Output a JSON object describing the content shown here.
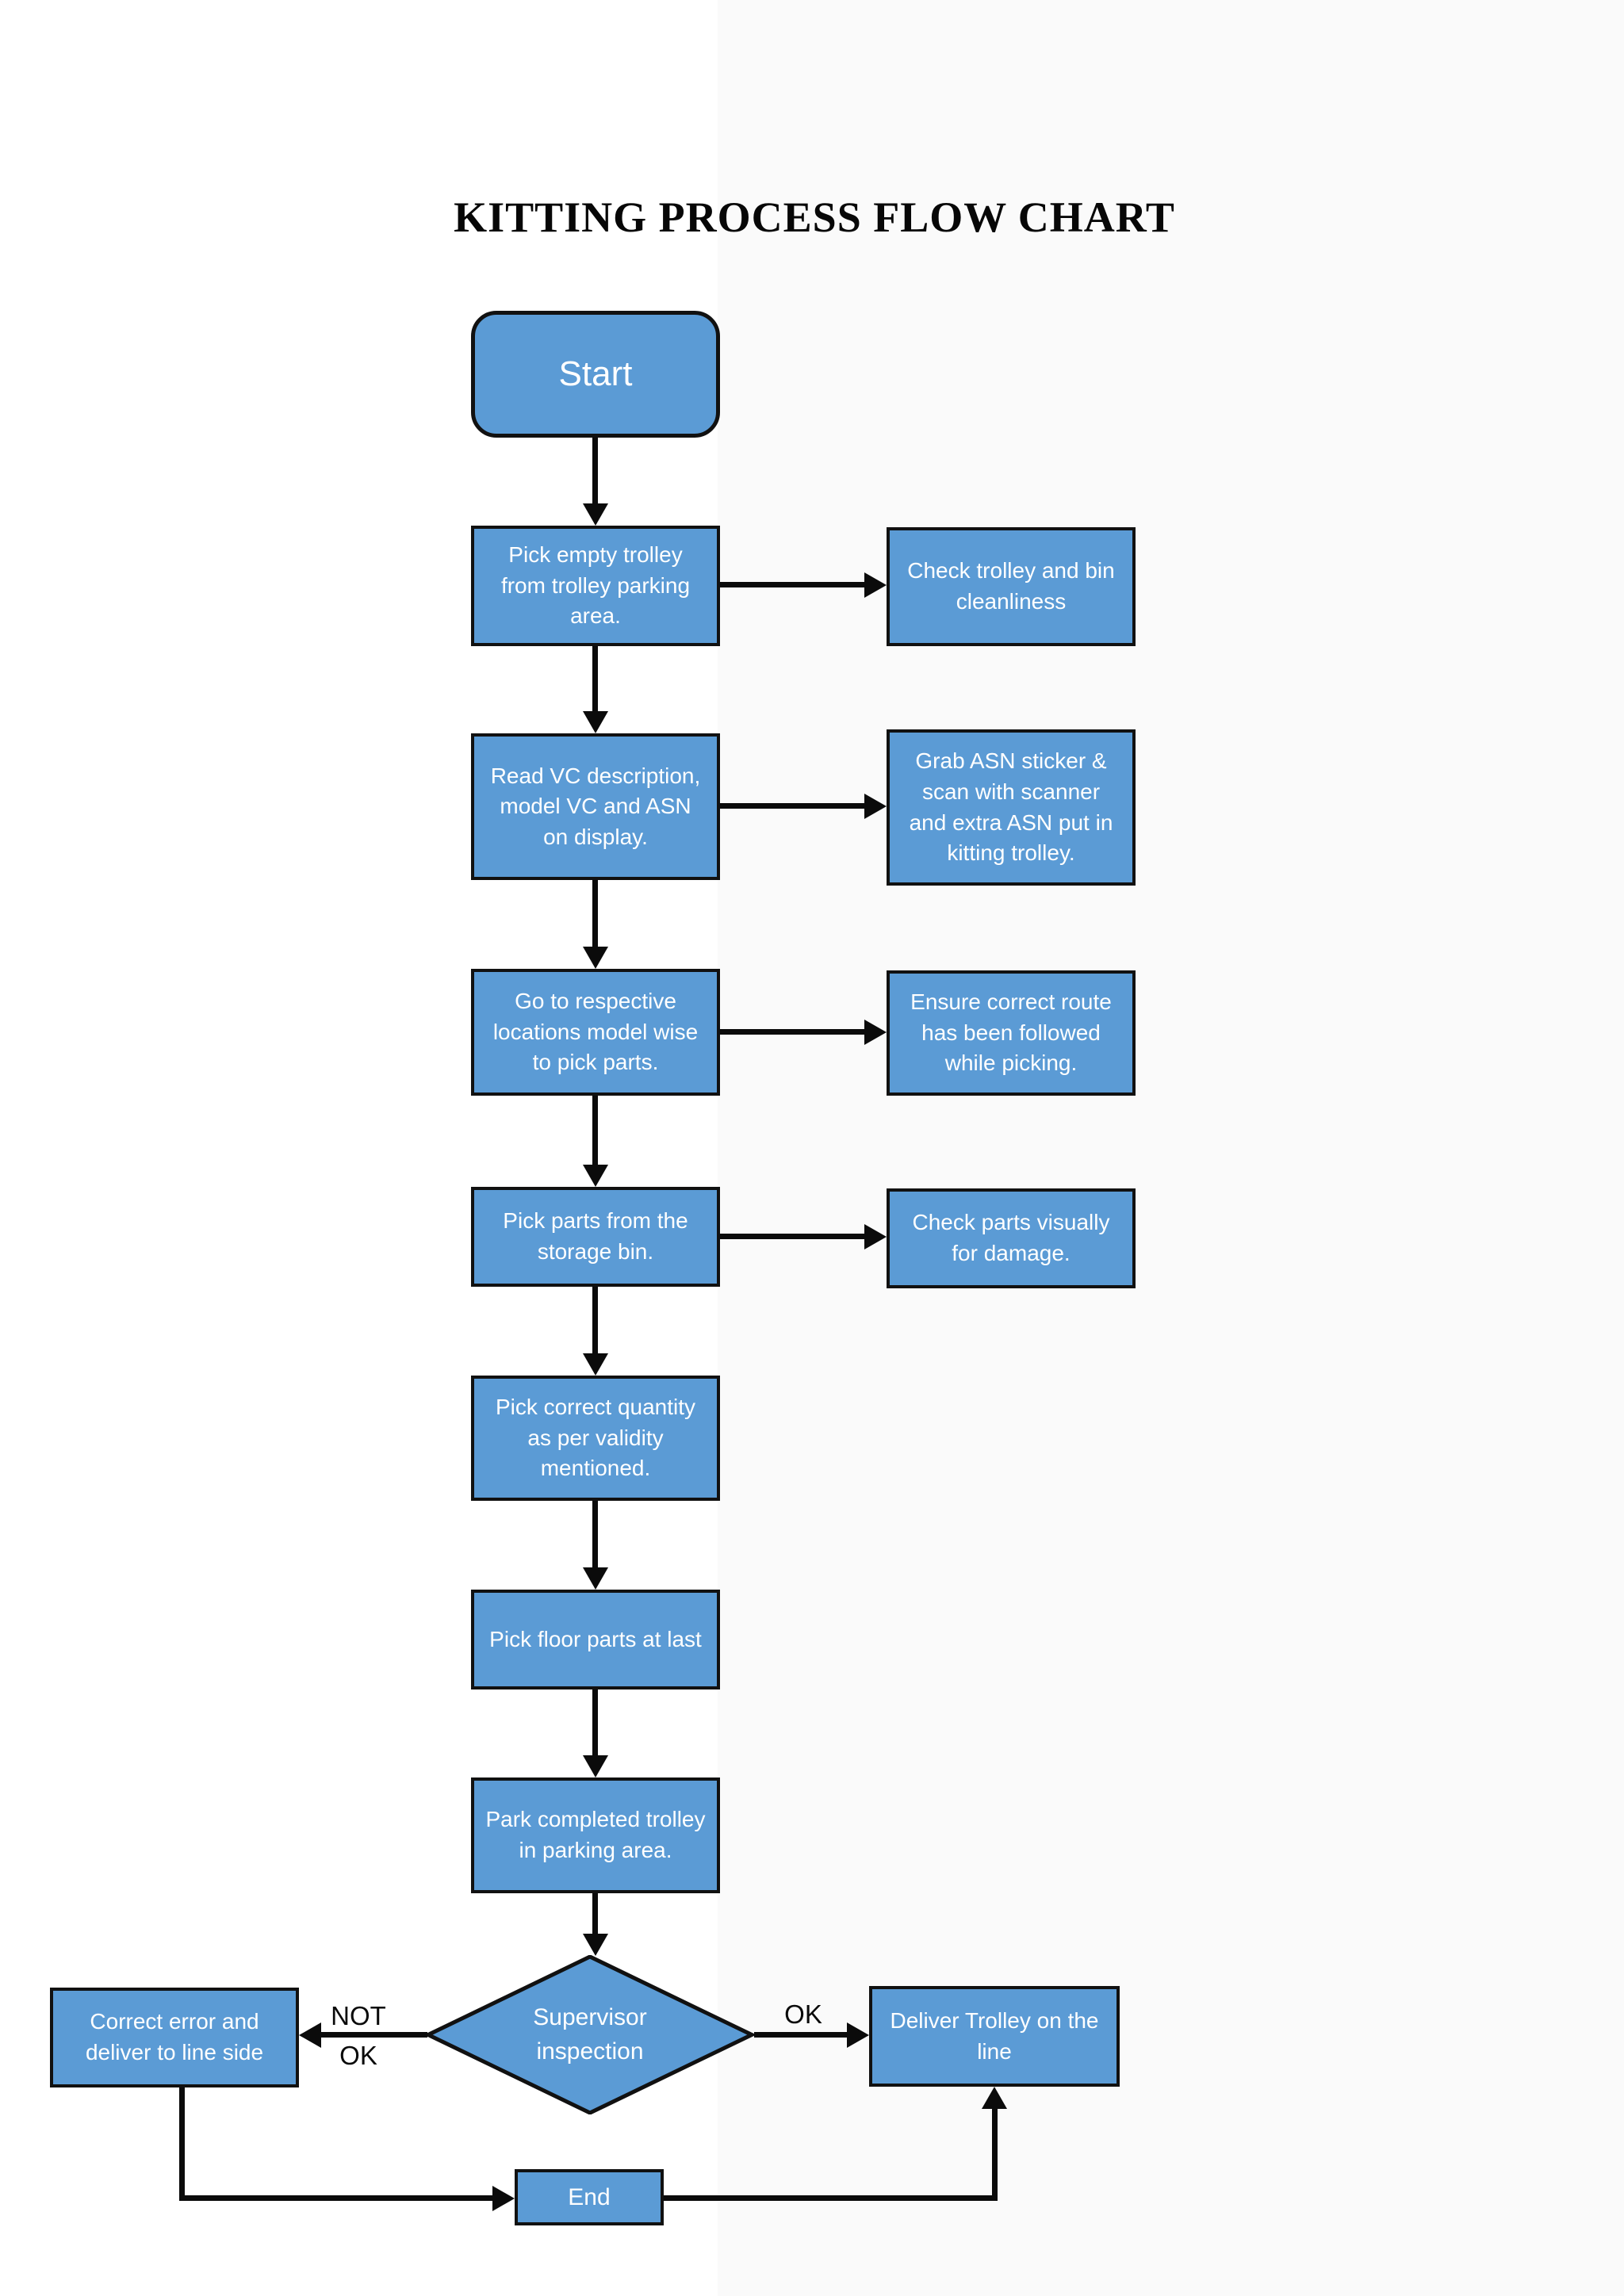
{
  "title": "KITTING PROCESS FLOW CHART",
  "colors": {
    "node_fill": "#5b9bd5",
    "node_border": "#111111",
    "node_text": "#ffffff",
    "connector": "#0b0b0b",
    "title_text": "#070707",
    "page_background": "#ffffff"
  },
  "nodes": {
    "start": "Start",
    "steps": [
      "Pick empty trolley from trolley parking area.",
      "Read VC description, model VC and ASN on display.",
      "Go to respective locations model wise to pick parts.",
      "Pick parts from the storage bin.",
      "Pick correct quantity as per validity mentioned.",
      "Pick floor parts at last",
      "Park completed trolley in parking area."
    ],
    "checks": [
      "Check trolley and bin cleanliness",
      "Grab ASN sticker & scan with scanner and extra ASN put in kitting trolley.",
      "Ensure correct route has been followed while picking.",
      "Check parts visually for damage."
    ],
    "decision": "Supervisor inspection",
    "not_ok_branch": "Correct error and deliver to line side",
    "ok_branch": "Deliver Trolley on the line",
    "end": "End"
  },
  "edge_labels": {
    "not_ok_line1": "NOT",
    "not_ok_line2": "OK",
    "ok": "OK"
  }
}
